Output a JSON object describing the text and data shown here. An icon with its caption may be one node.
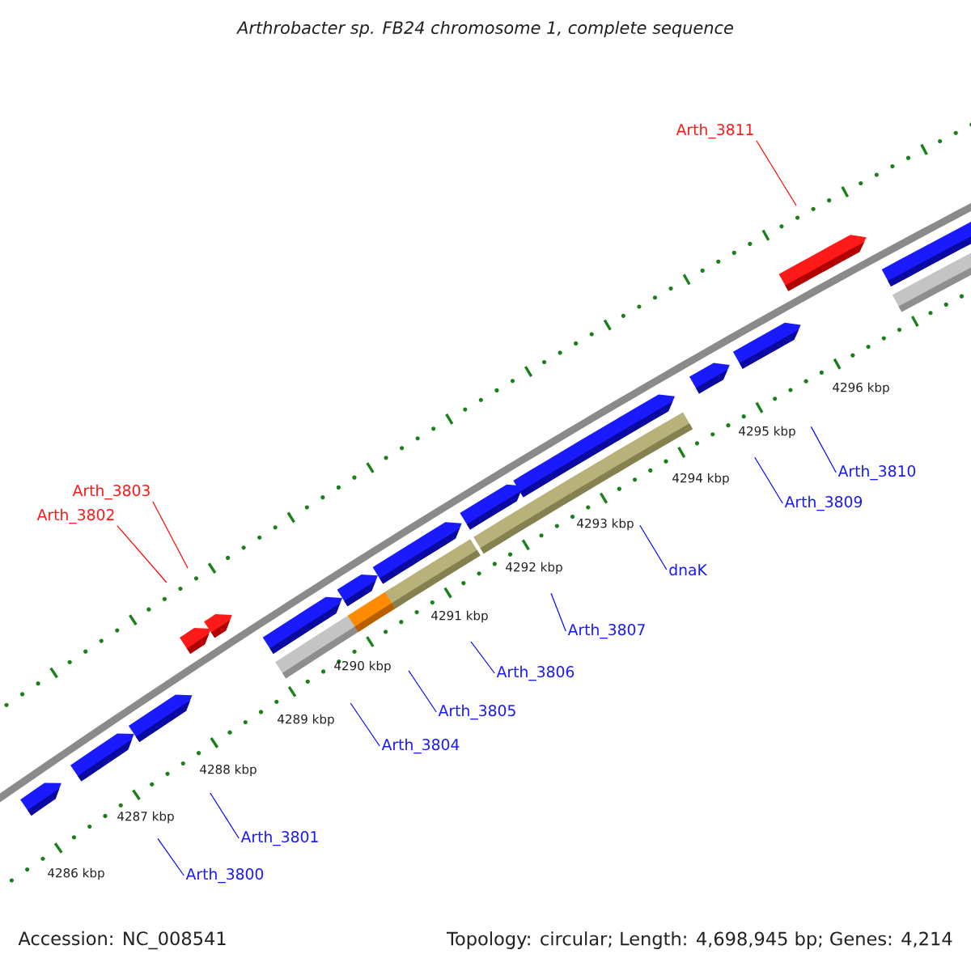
{
  "diagram": {
    "title": "Arthrobacter sp. FB24 chromosome 1, complete sequence",
    "nodes": [
      {
        "text": [
          "Arth_3811"
        ]
      },
      {
        "text": [
          "Arth_3810"
        ]
      },
      {
        "text": [
          "Arth_3803"
        ]
      },
      {
        "text": [
          "Arth_3809"
        ]
      },
      {
        "text": [
          "Arth_3802"
        ]
      },
      {
        "text": [
          "dnaK"
        ]
      },
      {
        "text": [
          "Arth_3807"
        ]
      },
      {
        "text": [
          "Arth_3806"
        ]
      },
      {
        "text": [
          "Arth_3805"
        ]
      },
      {
        "text": [
          "Arth_3804"
        ]
      },
      {
        "text": [
          "Arth_3801"
        ]
      },
      {
        "text": [
          "Arth_3800"
        ]
      }
    ],
    "edges": [
      {
        "from": 0,
        "to": null,
        "arrow": "none",
        "color": "#ff0000"
      },
      {
        "from": 1,
        "to": null,
        "arrow": "none"
      },
      {
        "from": 2,
        "to": null,
        "arrow": "none",
        "color": "#ff0000"
      },
      {
        "from": 3,
        "to": null,
        "arrow": "none"
      },
      {
        "from": 4,
        "to": null,
        "arrow": "none",
        "color": "#ff0000"
      },
      {
        "from": 5,
        "to": null,
        "arrow": "none"
      },
      {
        "from": 6,
        "to": null,
        "arrow": "none"
      },
      {
        "from": 7,
        "to": null,
        "arrow": "none"
      },
      {
        "from": 8,
        "to": null,
        "arrow": "none"
      },
      {
        "from": 9,
        "to": null,
        "arrow": "none"
      },
      {
        "from": 10,
        "to": null,
        "arrow": "none"
      },
      {
        "from": 11,
        "to": null,
        "arrow": "none"
      }
    ],
    "labels": [
      "4296 kbp",
      "4295 kbp",
      "4294 kbp",
      "4293 kbp",
      "4292 kbp",
      "4291 kbp",
      "4290 kbp",
      "4289 kbp",
      "4288 kbp",
      "4287 kbp",
      "4286 kbp",
      "Accession: NC_008541",
      "Topology: circular; Length: 4,698,945 bp; Genes: 4,214"
    ]
  }
}
